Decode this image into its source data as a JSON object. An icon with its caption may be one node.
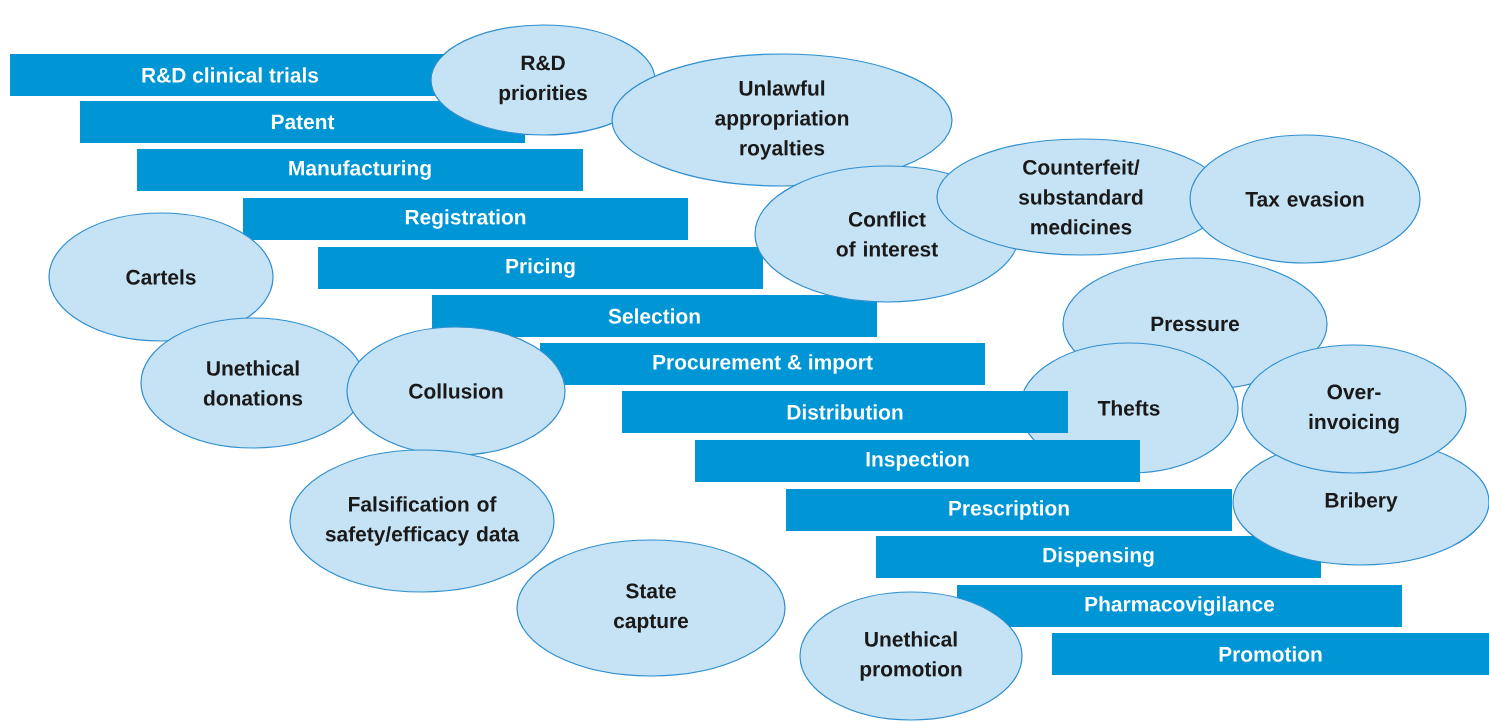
{
  "diagram": {
    "nodes": [
      {
        "text": [
          "R&D clinical trials"
        ]
      },
      {
        "text": [
          "Patent"
        ]
      },
      {
        "text": [
          "Manufacturing"
        ]
      },
      {
        "text": [
          "Registration"
        ]
      },
      {
        "text": [
          "Pricing"
        ]
      },
      {
        "text": [
          "Selection"
        ]
      },
      {
        "text": [
          "Procurement & import"
        ]
      },
      {
        "text": [
          "Distribution"
        ]
      },
      {
        "text": [
          "Inspection"
        ]
      },
      {
        "text": [
          "Prescription"
        ]
      },
      {
        "text": [
          "Dispensing"
        ]
      },
      {
        "text": [
          "Pharmacovigilance"
        ]
      },
      {
        "text": [
          "Promotion"
        ]
      },
      {
        "text": [
          "R&D priorities"
        ]
      },
      {
        "text": [
          "Unlawful appropriation royalties"
        ]
      },
      {
        "text": [
          "Conflict of interest"
        ]
      },
      {
        "text": [
          "Counterfeit/ substandard medicines"
        ]
      },
      {
        "text": [
          "Tax evasion"
        ]
      },
      {
        "text": [
          "Cartels"
        ]
      },
      {
        "text": [
          "Unethical donations"
        ]
      },
      {
        "text": [
          "Collusion"
        ]
      },
      {
        "text": [
          "Falsification of safety/efficacy data"
        ]
      },
      {
        "text": [
          "State capture"
        ]
      },
      {
        "text": [
          "Pressure"
        ]
      },
      {
        "text": [
          "Thefts"
        ]
      },
      {
        "text": [
          "Bribery"
        ]
      },
      {
        "text": [
          "Over-invoicing"
        ]
      },
      {
        "text": [
          "Unethical promotion"
        ]
      }
    ]
  }
}
